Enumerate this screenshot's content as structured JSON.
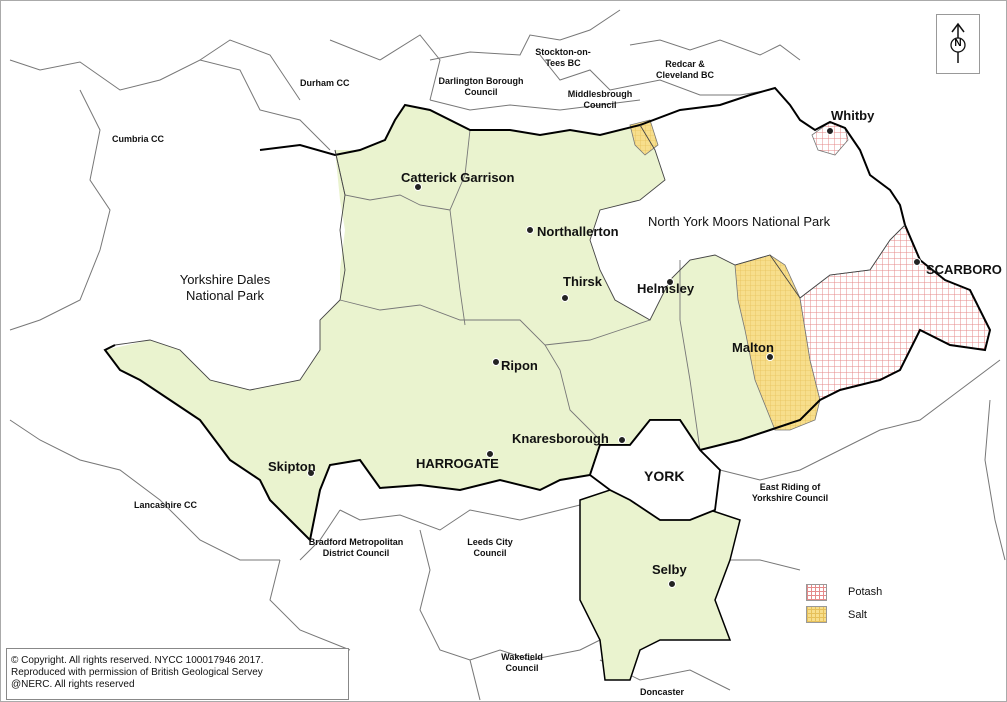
{
  "map": {
    "neighbour_areas": {
      "durham": "Durham CC",
      "darlington": "Darlington Borough Council",
      "stockton": "Stockton-on-Tees BC",
      "redcar": "Redcar & Cleveland BC",
      "middlesbrough": "Middlesbrough Council",
      "cumbria": "Cumbria CC",
      "lancashire": "Lancashire CC",
      "bradford": "Bradford Metropolitan District Council",
      "leeds": "Leeds City Council",
      "wakefield": "Wakefield Council",
      "doncaster": "Doncaster",
      "east_riding": "East Riding of Yorkshire Council"
    },
    "parks": {
      "dales": "Yorkshire Dales National Park",
      "moors": "North York Moors National Park"
    },
    "towns": {
      "catterick": "Catterick Garrison",
      "northallerton": "Northallerton",
      "thirsk": "Thirsk",
      "helmsley": "Helmsley",
      "malton": "Malton",
      "ripon": "Ripon",
      "knaresborough": "Knaresborough",
      "harrogate": "HARROGATE",
      "skipton": "Skipton",
      "york": "YORK",
      "selby": "Selby",
      "whitby": "Whitby",
      "scarborough": "SCARBORO"
    },
    "legend": [
      {
        "label": "Potash",
        "color": "#e58a8a",
        "pattern": "grid"
      },
      {
        "label": "Salt",
        "color": "#f7de8c",
        "pattern": "grid"
      }
    ],
    "north_arrow": {
      "letter": "N",
      "icon": "north-arrow-icon"
    },
    "copyright": {
      "line1": "© Copyright. All rights reserved. NYCC 100017946 2017.",
      "line2": "Reproduced with permission of British Geological Servey",
      "line3": "@NERC. All rights reserved"
    },
    "colors": {
      "county_fill": "#eaf3cf",
      "potash": "#e58a8a",
      "salt": "#f7de8c",
      "boundary": "#000000",
      "minor_boundary": "#777777"
    }
  }
}
